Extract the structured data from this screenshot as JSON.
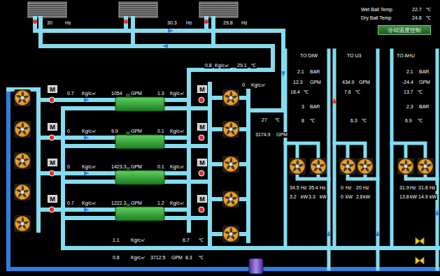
{
  "diagram": {
    "nodes": [
      {
        "text": [
          "冷却温度控制"
        ]
      },
      {
        "text": [
          "M"
        ]
      },
      {
        "text": [
          "M"
        ]
      },
      {
        "text": [
          "M"
        ]
      },
      {
        "text": [
          "M"
        ]
      },
      {
        "text": [
          "M"
        ]
      },
      {
        "text": [
          "M"
        ]
      },
      {
        "text": [
          "M"
        ]
      },
      {
        "text": [
          "M"
        ]
      }
    ],
    "labels": [
      "30",
      "Hz",
      "30.3",
      "Hz",
      "29.8",
      "Hz",
      "Wet Ball Temp",
      "22.7",
      "℃",
      "Dry Ball Temp",
      "24.8",
      "℃",
      "0.8",
      "Kg/c㎡",
      "29.1",
      "℃",
      "0",
      "Kg/c㎡",
      "27",
      "℃",
      "3174.9",
      "GPM",
      "0.7",
      "Kg/c㎡",
      "1054",
      "GPM",
      "1.3",
      "Kg/c㎡",
      "0",
      "Kg/c㎡",
      "9.9",
      "GPM",
      "0.1",
      "Kg/c㎡",
      "0",
      "Kg/c㎡",
      "1423.3",
      "GPM",
      "0.1",
      "Kg/c㎡",
      "0.7",
      "Kg/c㎡",
      "1222.3",
      "GPM",
      "1.2",
      "Kg/c㎡",
      "1.1",
      "Kg/c㎡",
      "6.7",
      "℃",
      "0.8",
      "Kg/c㎡",
      "3712.5",
      "GPM",
      "8.3",
      "℃",
      "TO DIW",
      "TO U3",
      "TO AHU",
      "2.1",
      "BAR",
      "12.3",
      "GPM",
      "18.4",
      "℃",
      "3",
      "BAR",
      "8",
      "℃",
      "434.9",
      "GPM",
      "7.6",
      "℃",
      "6.3",
      "℃",
      "2.1",
      "BAR",
      "-24.4",
      "GPM",
      "13.7",
      "℃",
      "2.3",
      "BAR",
      "6.9",
      "℃",
      "34.5",
      "Hz",
      "35.4",
      "Hz",
      "3.2",
      "kW",
      "3.3",
      "kW",
      "0",
      "Hz",
      "20",
      "Hz",
      "0",
      "kW",
      "2.8",
      "kW",
      "31.9",
      "Hz",
      "31.8",
      "Hz",
      "13.8",
      "kW",
      "14.9",
      "kW"
    ]
  }
}
